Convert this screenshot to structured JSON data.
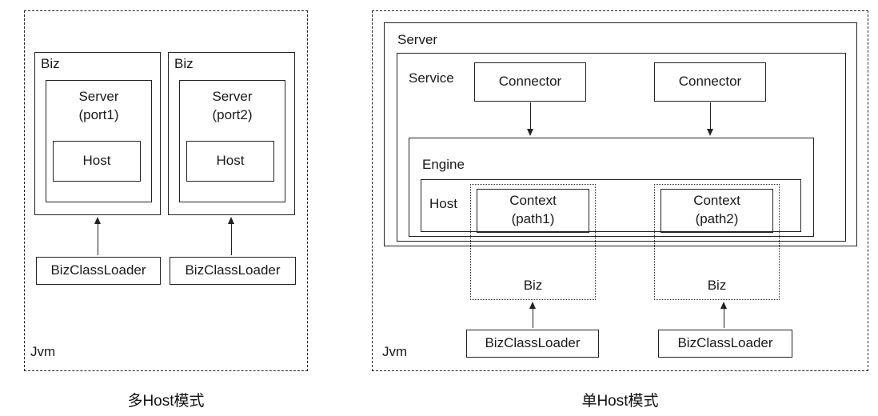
{
  "left": {
    "jvm_label": "Jvm",
    "caption": "多Host模式",
    "units": [
      {
        "biz": "Biz",
        "server": "Server",
        "port": "(port1)",
        "host": "Host",
        "loader": "BizClassLoader"
      },
      {
        "biz": "Biz",
        "server": "Server",
        "port": "(port2)",
        "host": "Host",
        "loader": "BizClassLoader"
      }
    ]
  },
  "right": {
    "jvm_label": "Jvm",
    "caption": "单Host模式",
    "server": "Server",
    "service": "Service",
    "engine": "Engine",
    "host": "Host",
    "connectors": [
      "Connector",
      "Connector"
    ],
    "units": [
      {
        "context": "Context",
        "path": "(path1)",
        "biz": "Biz",
        "loader": "BizClassLoader"
      },
      {
        "context": "Context",
        "path": "(path2)",
        "biz": "Biz",
        "loader": "BizClassLoader"
      }
    ]
  },
  "colors": {
    "line": "#222222",
    "text": "#1a1a1a",
    "background": "#ffffff"
  }
}
